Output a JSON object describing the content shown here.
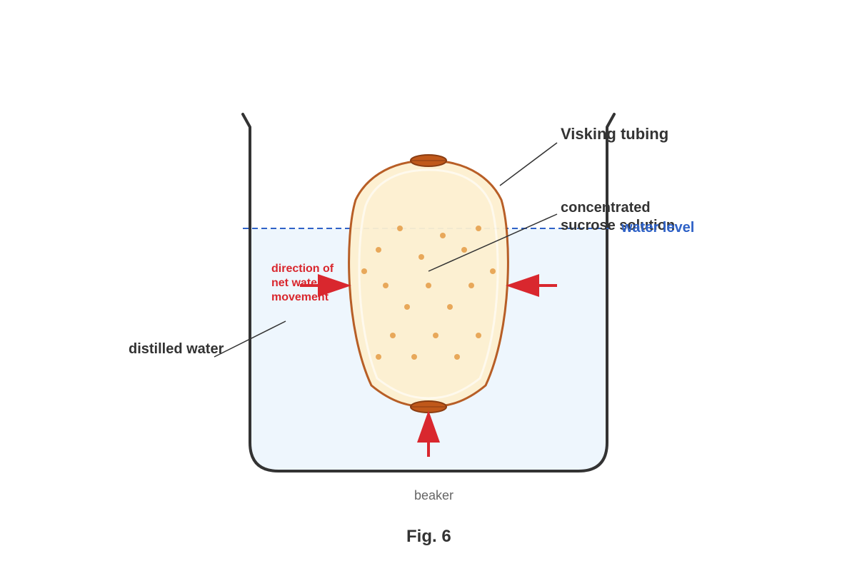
{
  "figure": {
    "caption": "Fig. 6"
  },
  "labels": {
    "visking_tubing": "Visking tubing",
    "sucrose_line1": "concentrated",
    "sucrose_line2": "sucrose solution",
    "water_level": "water level",
    "direction_line1": "direction of",
    "direction_line2": "net water",
    "direction_line3": "movement",
    "distilled_water": "distilled water",
    "beaker": "beaker"
  },
  "colors": {
    "beaker_outline": "#333333",
    "water_fill": "#eef6fd",
    "water_level_line": "#2f62c7",
    "tubing_outline": "#b5561b",
    "tubing_fill": "#fdf0d0",
    "clip_fill": "#c0581a",
    "sucrose_particle": "#e8a85a",
    "arrow": "#d9272e",
    "leader_line": "#333333"
  },
  "icons": {
    "arrows": "right-pointing, left-pointing and up-pointing red arrows",
    "clips": "tubing-clip-top, tubing-clip-bottom"
  }
}
